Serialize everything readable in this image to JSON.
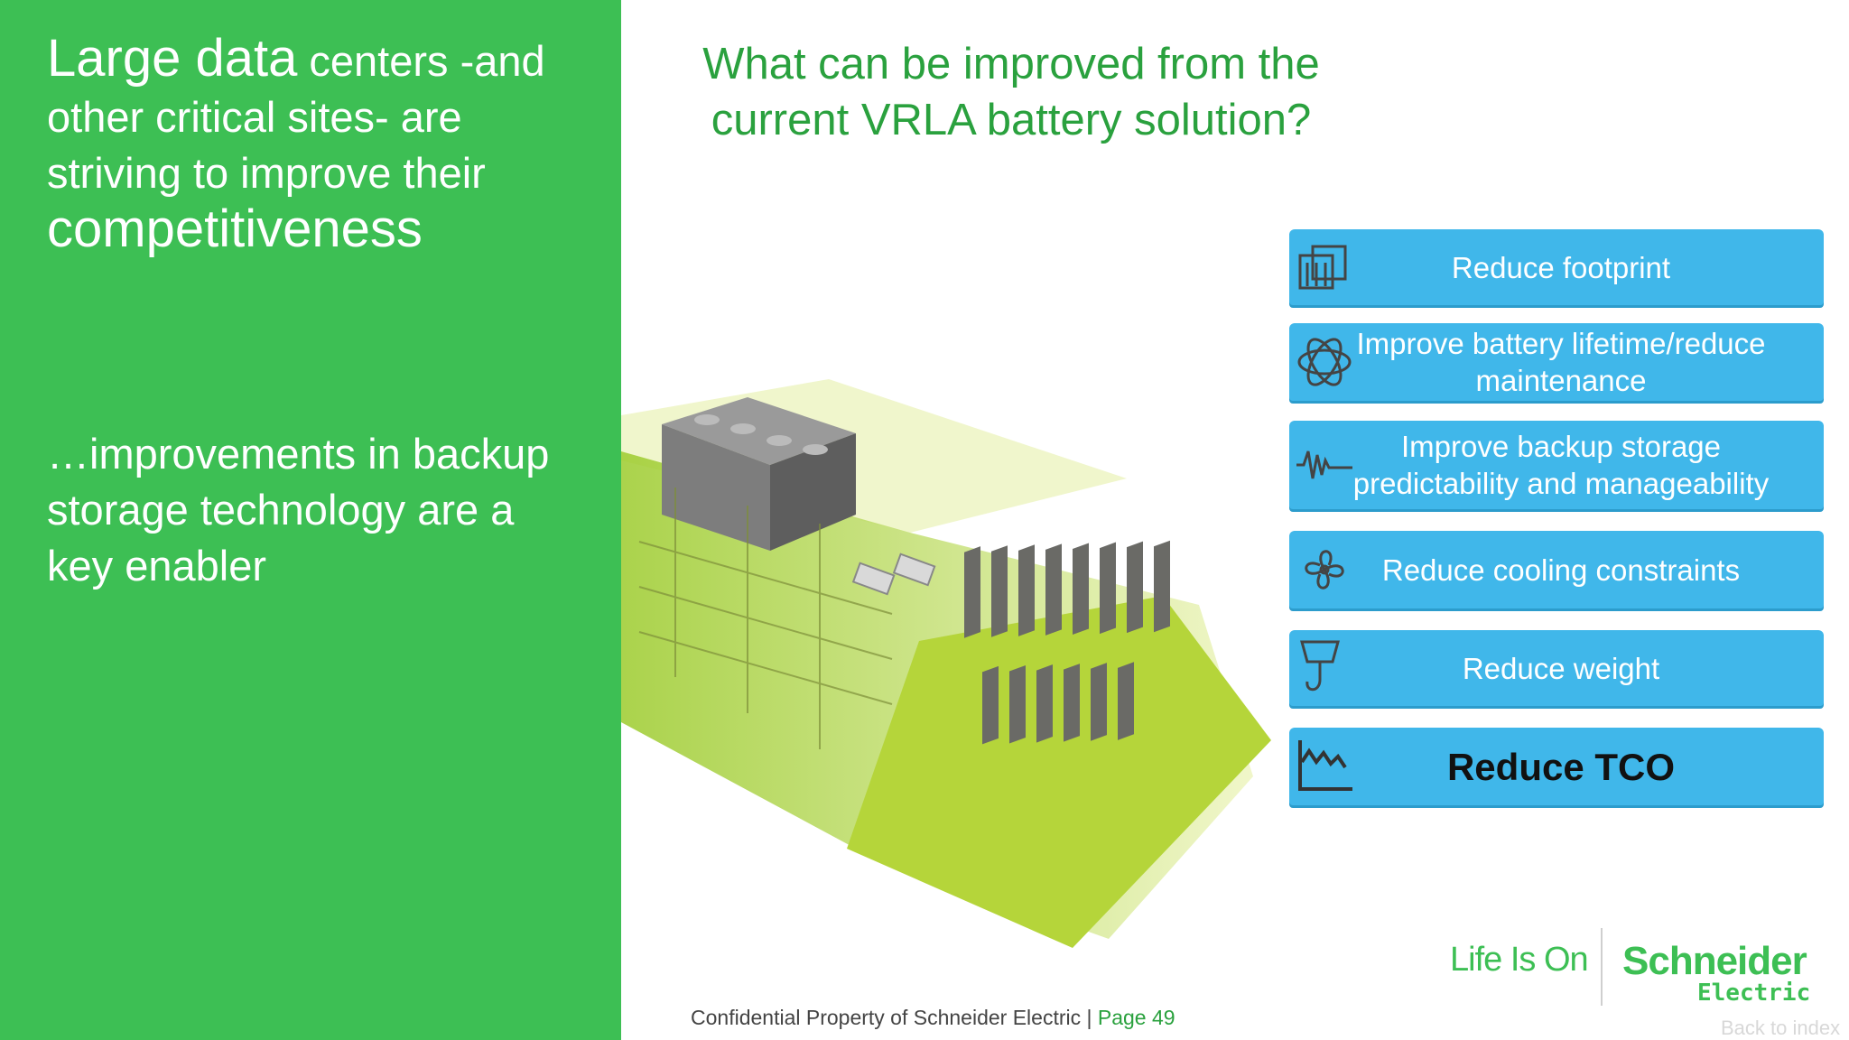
{
  "left": {
    "intro_big1": "Large data",
    "intro_mid": " centers -and other critical sites- are striving to improve their ",
    "intro_big2": "competitiveness",
    "enabler": "…improvements in backup storage technology are a key enabler"
  },
  "question": "What can be improved from the current VRLA battery solution?",
  "improvements": [
    {
      "label": "Reduce footprint",
      "icon": "footprint-icon"
    },
    {
      "label": "Improve battery lifetime/reduce maintenance",
      "icon": "lifecycle-icon"
    },
    {
      "label": "Improve backup storage predictability and manageability",
      "icon": "waveform-icon"
    },
    {
      "label": "Reduce cooling constraints",
      "icon": "fan-icon"
    },
    {
      "label": "Reduce weight",
      "icon": "weight-hook-icon"
    },
    {
      "label": "Reduce TCO",
      "icon": "declining-chart-icon"
    }
  ],
  "footer": {
    "confidential": "Confidential Property of Schneider Electric | ",
    "page": "Page 49"
  },
  "brand": {
    "tagline": "Life Is On",
    "name": "Schneider",
    "sub": "Electric",
    "back_link": "Back to index"
  },
  "colors": {
    "green": "#3dbf54",
    "blue": "#40b7ea",
    "dark_green_text": "#2aa13e"
  }
}
